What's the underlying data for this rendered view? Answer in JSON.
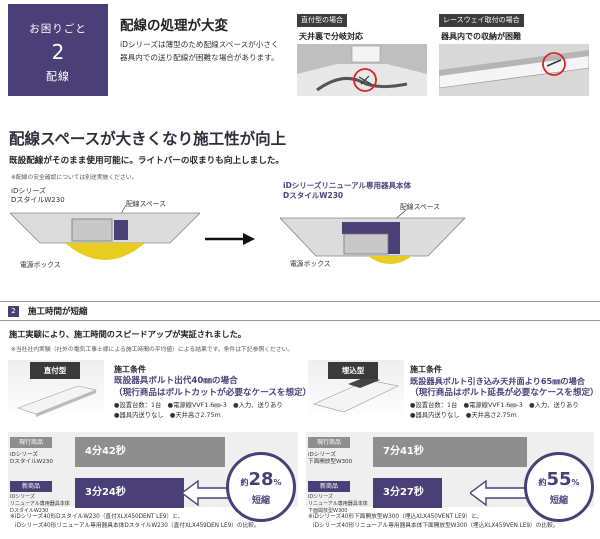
{
  "problem": {
    "label_top": "お困りごと",
    "number": "2",
    "label_bottom": "配線",
    "title": "配線の処理が大変",
    "text": "iDシリーズは薄型のため配線スペースが小さく器具内での送り配線が困難な場合があります。",
    "case_direct": {
      "tag": "直付型の場合",
      "caption": "天井裏で分岐対応"
    },
    "case_rail": {
      "tag": "レースウェイ取付の場合",
      "caption": "器具内での収納が困難"
    }
  },
  "section1": {
    "title": "配線スペースが大きくなり施工性が向上",
    "subtitle": "既設配線がそのまま使用可能に。ライトバーの収まりも向上しました。",
    "note": "※配線の安全確認については別途実施ください。",
    "old": {
      "line1": "iDシリーズ",
      "line2": "DスタイルW230",
      "space_label": "配線スペース",
      "box_label": "電源ボックス"
    },
    "new": {
      "line1": "iDシリーズリニューアル専用器具本体",
      "line2": "DスタイルW230",
      "space_label": "配線スペース",
      "box_label": "電源ボックス"
    }
  },
  "section2": {
    "number": "2",
    "title": "施工時間が短縮",
    "subtitle": "施工実験により、施工時間のスピードアップが実証されました。",
    "note": "※当社社内実験（社外の電気工事士様による施工時間の平均値）による結果です。条件は下記参照ください。",
    "panels": [
      {
        "badge": "直付型",
        "cond_title": "施工条件",
        "cond_main1": "既設器具ボルト出代40㎜の場合",
        "cond_main2": "（現行商品はボルトカットが必要なケースを想定）",
        "cond_d1": "●設置台数：1台　●電源線VVF1.6㎜-3　●入力、送りあり",
        "cond_d2": "●器具内送りなし　●天井高さ2.75m",
        "current_tag": "現行商品",
        "current_name": "iDシリーズ\nDスタイルW230",
        "current_time": "4分42秒",
        "current_min": 4.7,
        "new_tag": "新商品",
        "new_name": "iDシリーズ\nリニューアル専用器具本体\nDスタイルW230",
        "new_time": "3分24秒",
        "new_min": 3.4,
        "reduction_prefix": "約",
        "reduction_value": "28",
        "reduction_unit": "%",
        "reduction_label": "短縮",
        "footnote1": "※iDシリーズ40形DスタイルW230（直付XLX450DENT LE9）と、",
        "footnote2": "iDシリーズ40形リニューアル専用器具本体DスタイルW230（直付XLX459DEN LE9）の比較。"
      },
      {
        "badge": "埋込型",
        "cond_title": "施工条件",
        "cond_main1": "既設器具ボルト引き込み天井面より65㎜の場合",
        "cond_main2": "（現行商品はボルト延長が必要なケースを想定）",
        "cond_d1": "●設置台数：1台　●電源線VVF1.6㎜-3　●入力、送りあり",
        "cond_d2": "●器具内送りなし　●天井高さ2.75m",
        "current_tag": "現行商品",
        "current_name": "iDシリーズ\n下面開放型W300",
        "current_time": "7分41秒",
        "current_min": 7.68,
        "new_tag": "新商品",
        "new_name": "iDシリーズ\nリニューアル専用器具本体\n下面開放型W300",
        "new_time": "3分27秒",
        "new_min": 3.45,
        "reduction_prefix": "約",
        "reduction_value": "55",
        "reduction_unit": "%",
        "reduction_label": "短縮",
        "footnote1": "※iDシリーズ40形下面開放型W300（埋込XLX450VENT LE9）と、",
        "footnote2": "iDシリーズ40形リニューアル専用器具本体下面開放型W300（埋込XLX459VEN LE9）の比較。"
      }
    ]
  },
  "colors": {
    "accent": "#4b3f78",
    "current_bar": "#8e8e8e",
    "new_bar": "#4b3f78",
    "light_yellow": "#e8cc1e"
  }
}
